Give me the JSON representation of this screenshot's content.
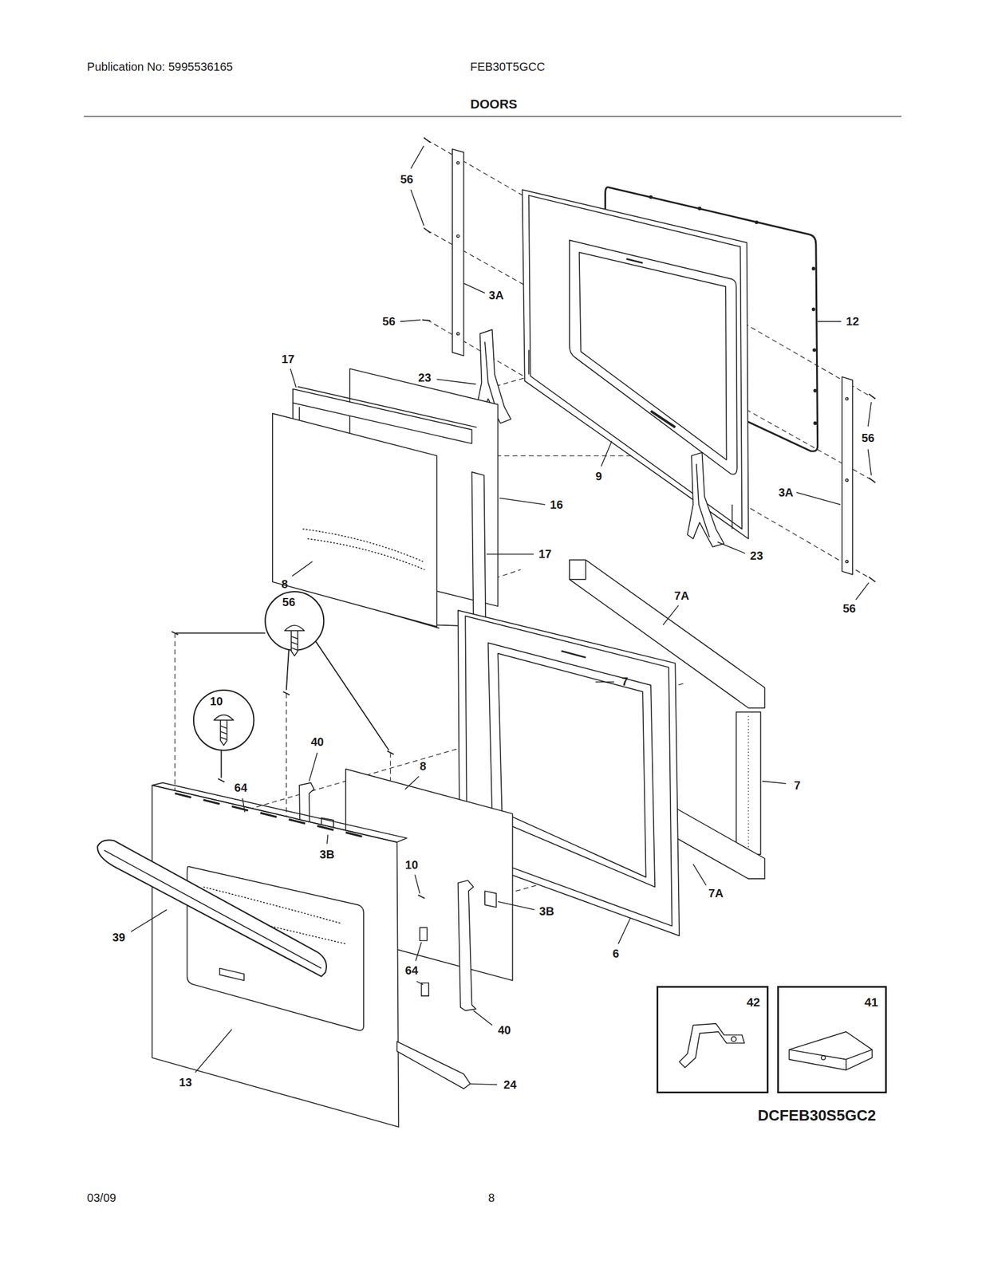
{
  "diagram": {
    "title": "DOORS",
    "nodes": [
      {
        "text": [
          "42"
        ]
      },
      {
        "text": [
          "41"
        ]
      }
    ],
    "labels": [
      "Publication No: 5995536165",
      "FEB30T5GCC",
      "56",
      "3A",
      "56",
      "12",
      "17",
      "23",
      "56",
      "9",
      "16",
      "3A",
      "17",
      "23",
      "8",
      "7A",
      "56",
      "56",
      "7",
      "10",
      "40",
      "8",
      "7",
      "64",
      "3B",
      "10",
      "7A",
      "3B",
      "39",
      "6",
      "64",
      "40",
      "13",
      "24",
      "DCFEB30S5GC2",
      "03/09",
      "8"
    ]
  }
}
